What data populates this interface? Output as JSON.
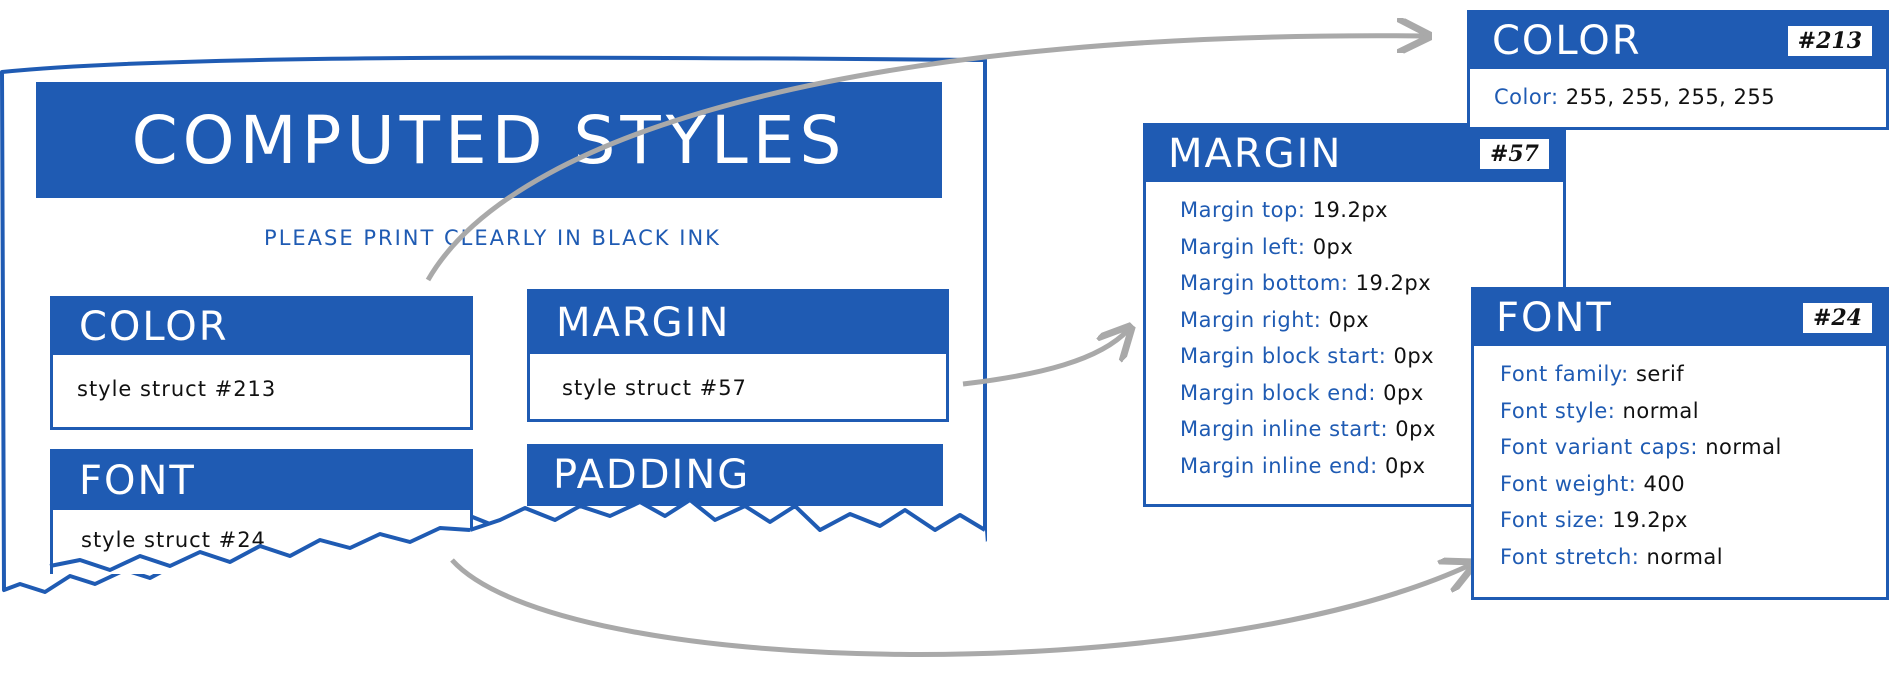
{
  "form": {
    "title": "COMPUTED STYLES",
    "subtitle": "PLEASE PRINT CLEARLY IN BLACK INK",
    "cells": {
      "color": {
        "label": "COLOR",
        "value": "style struct #213"
      },
      "margin": {
        "label": "MARGIN",
        "value": "style struct #57"
      },
      "font": {
        "label": "FONT",
        "value": "style struct #24"
      },
      "padding": {
        "label": "PADDING"
      }
    }
  },
  "cards": {
    "color": {
      "title": "COLOR",
      "badge": "#213",
      "rows": [
        {
          "key": "Color:",
          "value": "255, 255, 255, 255"
        }
      ]
    },
    "margin": {
      "title": "MARGIN",
      "badge": "#57",
      "rows": [
        {
          "key": "Margin top:",
          "value": "19.2px"
        },
        {
          "key": "Margin left:",
          "value": "0px"
        },
        {
          "key": "Margin bottom:",
          "value": "19.2px"
        },
        {
          "key": "Margin right:",
          "value": "0px"
        },
        {
          "key": "Margin block start:",
          "value": "0px"
        },
        {
          "key": "Margin block end:",
          "value": "0px"
        },
        {
          "key": "Margin inline start:",
          "value": "0px"
        },
        {
          "key": "Margin inline end:",
          "value": "0px"
        }
      ]
    },
    "font": {
      "title": "FONT",
      "badge": "#24",
      "rows": [
        {
          "key": "Font family:",
          "value": "serif"
        },
        {
          "key": "Font style:",
          "value": "normal"
        },
        {
          "key": "Font variant caps:",
          "value": "normal"
        },
        {
          "key": "Font weight:",
          "value": "400"
        },
        {
          "key": "Font size:",
          "value": "19.2px"
        },
        {
          "key": "Font stretch:",
          "value": "normal"
        }
      ]
    }
  },
  "colors": {
    "accent": "#1f5bb3",
    "arrow": "#a9a9a9",
    "text": "#111111"
  }
}
